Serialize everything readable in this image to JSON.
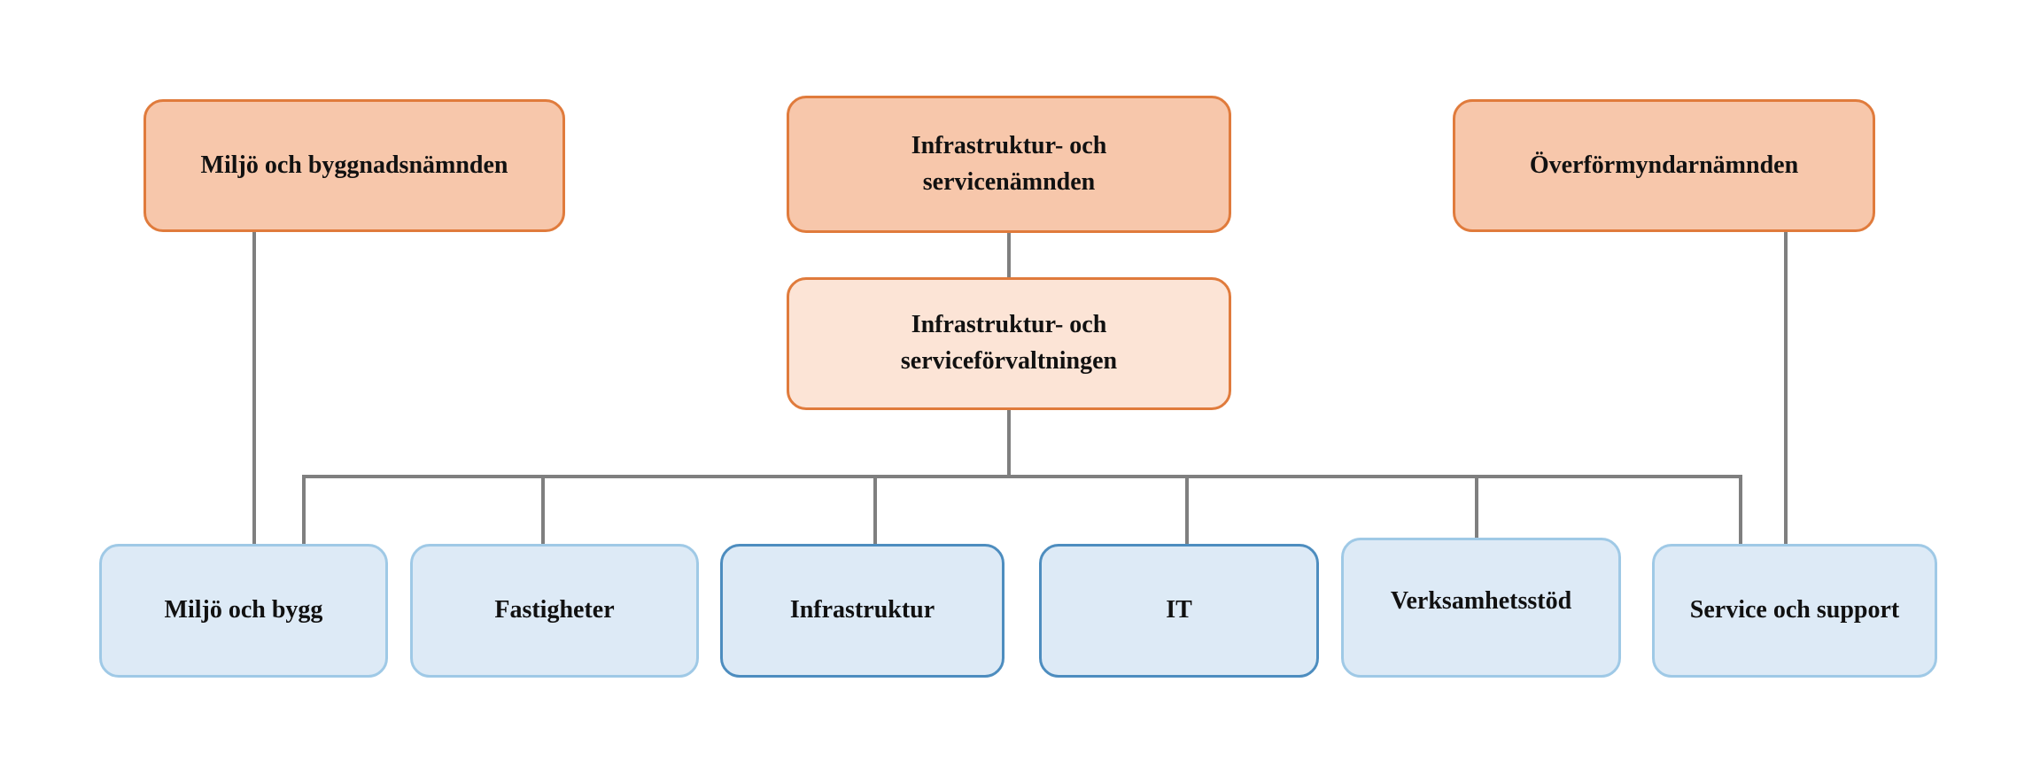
{
  "boards": {
    "miljo": "Miljö och byggnadsnämnden",
    "infra_line1": "Infrastruktur- och",
    "infra_line2": "servicenämnden",
    "overformyndar": "Överförmyndarnämnden"
  },
  "administration": {
    "line1": "Infrastruktur- och",
    "line2": "serviceförvaltningen"
  },
  "units": {
    "miljo_bygg": "Miljö och bygg",
    "fastigheter": "Fastigheter",
    "infrastruktur": "Infrastruktur",
    "it": "IT",
    "verksamhetsstod": "Verksamhetsstöd",
    "service_support": "Service och support"
  },
  "colors": {
    "board_fill": "#f7c7ab",
    "board_border": "#e07b3c",
    "admin_fill": "#fce4d6",
    "unit_fill": "#ddeaf6",
    "unit_border_light": "#9fc9e6",
    "unit_border_dark": "#4d8dbf",
    "connector": "#7f7f7f"
  }
}
